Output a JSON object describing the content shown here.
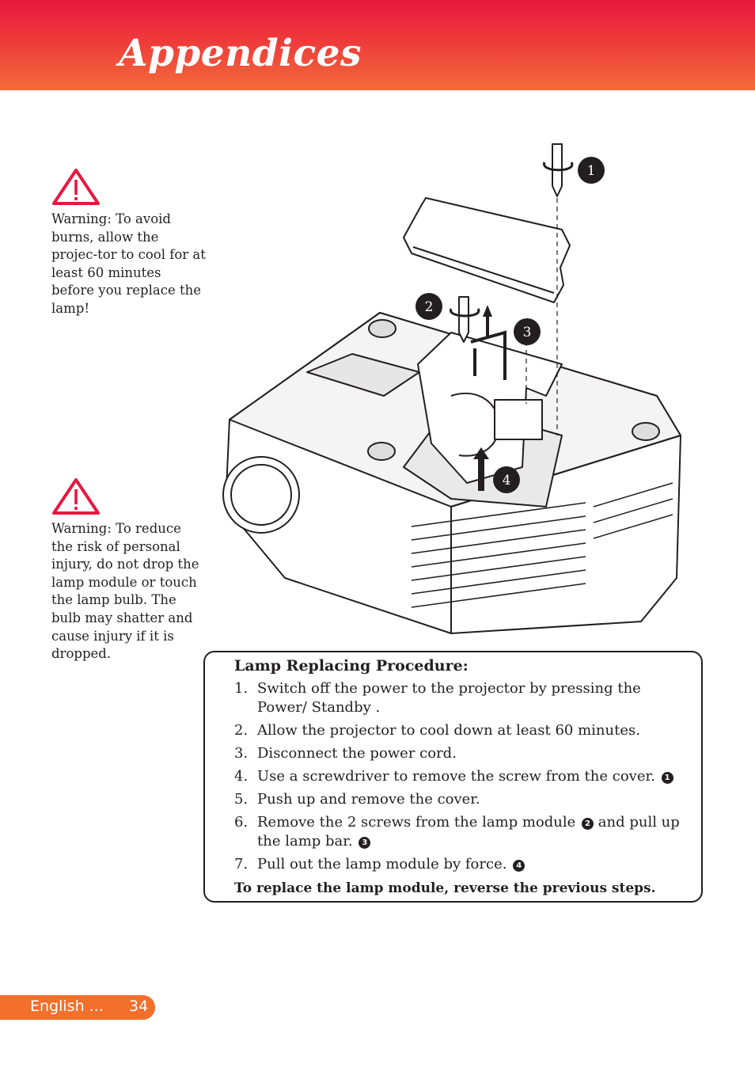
{
  "header": {
    "title": "Appendices"
  },
  "warnings": [
    {
      "text": "Warning: To avoid burns, allow the projec-tor to cool for at least 60 minutes before you replace the lamp!"
    },
    {
      "text": "Warning: To reduce the risk of personal injury, do not drop the lamp module or touch the lamp bulb. The bulb may shatter and cause injury if it is dropped."
    }
  ],
  "diagram": {
    "callouts": [
      "1",
      "2",
      "3",
      "4"
    ]
  },
  "procedure": {
    "title": "Lamp Replacing Procedure:",
    "steps": [
      {
        "num": "1.",
        "text": "Switch off the power to the projector by pressing the Power/ Standby .",
        "mark": ""
      },
      {
        "num": "2.",
        "text": "Allow the projector to cool down at least 60 minutes.",
        "mark": ""
      },
      {
        "num": "3.",
        "text": "Disconnect the power cord.",
        "mark": ""
      },
      {
        "num": "4.",
        "text": "Use a screwdriver to remove the screw from the cover.",
        "mark": "1"
      },
      {
        "num": "5.",
        "text": "Push up and remove the cover.",
        "mark": ""
      },
      {
        "num": "6.",
        "text": "Remove the 2 screws from the lamp module",
        "mark": "2",
        "text_after": "and pull up the lamp bar.",
        "mark_after": "3"
      },
      {
        "num": "7.",
        "text": "Pull out the lamp module by force.",
        "mark": "4"
      }
    ],
    "footer": "To replace the lamp module, reverse the previous steps."
  },
  "footer": {
    "language": "English ...",
    "page": "34"
  },
  "colors": {
    "header_red": "#e8173f",
    "header_orange": "#f36b3a",
    "footer_orange": "#f36f2c",
    "warning_red": "#e8173f"
  }
}
